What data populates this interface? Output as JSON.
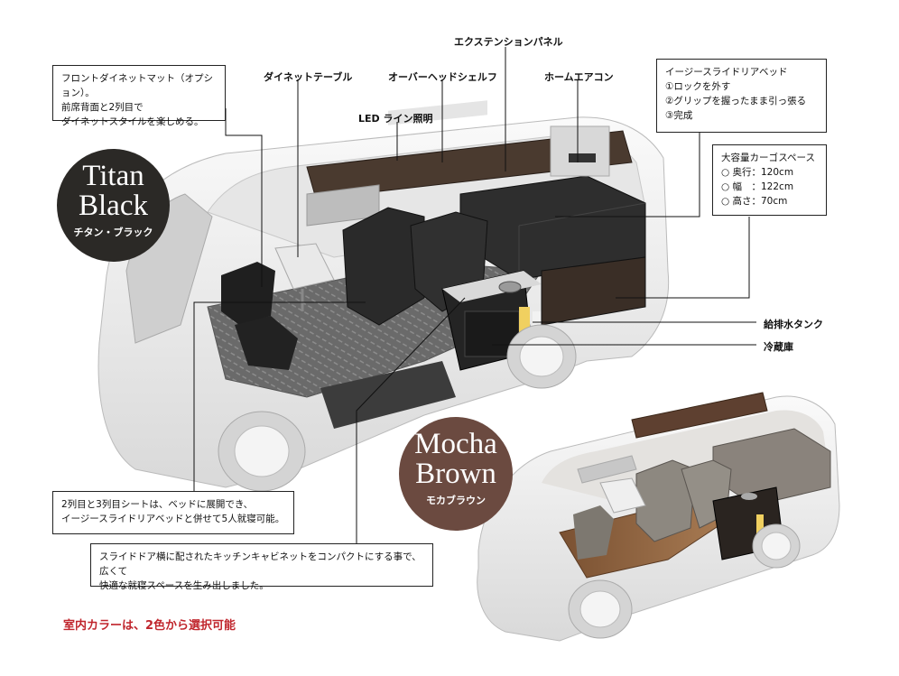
{
  "colors": {
    "titan_black": "#2b2926",
    "mocha_brown": "#6b4a40",
    "footer_red": "#c0262d"
  },
  "callouts": {
    "front_dinette": [
      "フロントダイネットマット（オプション）。",
      "前席背面と2列目で",
      "ダイネットスタイルを楽しめる。"
    ],
    "easy_slide_bed": [
      "イージースライドリアベッド",
      "①ロックを外す",
      "②グリップを握ったまま引っ張る",
      "③完成"
    ],
    "cargo_space": {
      "title": "大容量カーゴスペース",
      "depth": "○ 奥行：120cm",
      "width": "○ 幅　：122cm",
      "height": "○ 高さ：70cm"
    },
    "seats": [
      "2列目と3列目シートは、ベッドに展開でき、",
      "イージースライドリアベッドと併せて5人就寝可能。"
    ],
    "kitchen": [
      "スライドドア横に配されたキッチンキャビネットをコンパクトにする事で、広くて",
      "快適な就寝スペースを生み出しました。"
    ]
  },
  "labels": {
    "extension_panel": "エクステンションパネル",
    "dinette_table": "ダイネットテーブル",
    "overhead_shelf": "オーバーヘッドシェルフ",
    "home_aircon": "ホームエアコン",
    "led_light": "LED ライン照明",
    "water_tank": "給排水タンク",
    "fridge": "冷蔵庫"
  },
  "badges": {
    "titan": {
      "line1": "Titan",
      "line2": "Black",
      "sub": "チタン・ブラック"
    },
    "mocha": {
      "line1": "Mocha",
      "line2": "Brown",
      "sub": "モカブラウン"
    }
  },
  "footer": "室内カラーは、2色から選択可能"
}
